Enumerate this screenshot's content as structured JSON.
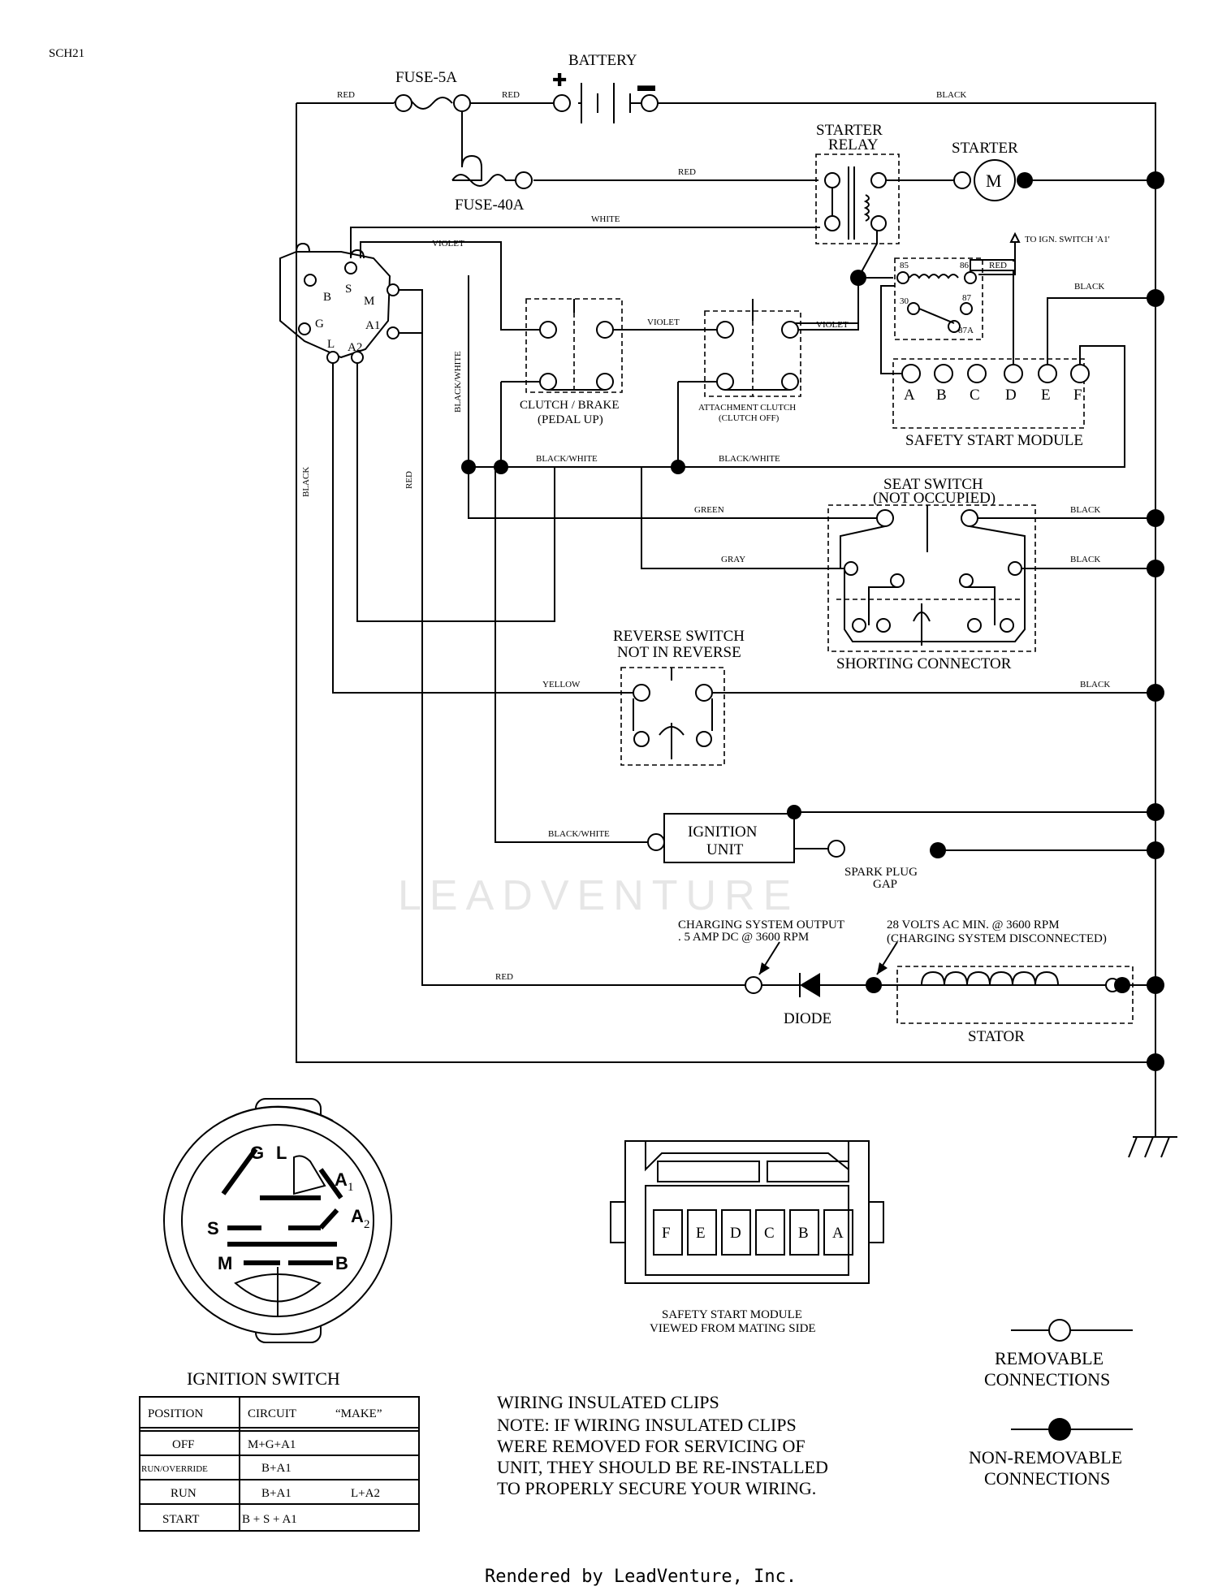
{
  "doc_code": "SCH21",
  "components": {
    "battery": "BATTERY",
    "battery_plus": "✚",
    "battery_minus": "▬",
    "fuse_5a": "FUSE-5A",
    "fuse_40a": "FUSE-40A",
    "starter_relay_1": "STARTER",
    "starter_relay_2": "RELAY",
    "starter": "STARTER",
    "motor_symbol": "M",
    "to_ign_switch": "TO IGN. SWITCH 'A1'",
    "clutch_brake_1": "CLUTCH / BRAKE",
    "clutch_brake_2": "(PEDAL UP)",
    "attachment_clutch_1": "ATTACHMENT CLUTCH",
    "attachment_clutch_2": "(CLUTCH OFF)",
    "safety_start_module": "SAFETY START MODULE",
    "seat_switch_1": "SEAT SWITCH",
    "seat_switch_2": "(NOT OCCUPIED)",
    "shorting_connector": "SHORTING CONNECTOR",
    "reverse_switch_1": "REVERSE SWITCH",
    "reverse_switch_2": "NOT IN REVERSE",
    "ignition_unit_1": "IGNITION",
    "ignition_unit_2": "UNIT",
    "spark_plug_1": "SPARK PLUG",
    "spark_plug_2": "GAP",
    "charging_output_1": "CHARGING SYSTEM OUTPUT",
    "charging_output_2": ". 5 AMP DC @ 3600 RPM",
    "stator_note_1": "28 VOLTS AC MIN. @ 3600 RPM",
    "stator_note_2": "(CHARGING SYSTEM DISCONNECTED)",
    "diode": "DIODE",
    "stator": "STATOR"
  },
  "relay_pins": [
    "85",
    "86",
    "30",
    "87",
    "87A"
  ],
  "module_pins": [
    "A",
    "B",
    "C",
    "D",
    "E",
    "F"
  ],
  "connector_pins": [
    "F",
    "E",
    "D",
    "C",
    "B",
    "A"
  ],
  "switch_terminals": [
    "B",
    "S",
    "M",
    "G",
    "A1",
    "L",
    "A2"
  ],
  "ignition_face": [
    "G",
    "L",
    "A",
    "1",
    "S",
    "A",
    "2",
    "M",
    "B"
  ],
  "wires": {
    "red": "RED",
    "black": "BLACK",
    "white": "WHITE",
    "violet": "VIOLET",
    "black_white": "BLACK/WHITE",
    "green": "GREEN",
    "gray": "GRAY",
    "yellow": "YELLOW"
  },
  "connector_caption_1": "SAFETY START MODULE",
  "connector_caption_2": "VIEWED FROM MATING SIDE",
  "ignition_switch_title": "IGNITION SWITCH",
  "ignition_table": {
    "headers": [
      "POSITION",
      "CIRCUIT",
      "“MAKE”"
    ],
    "rows": [
      {
        "position": "OFF",
        "circuit": "M+G+A1",
        "extra": ""
      },
      {
        "position": "RUN/OVERRIDE",
        "circuit": "B+A1",
        "extra": ""
      },
      {
        "position": "RUN",
        "circuit": "B+A1",
        "extra": "L+A2"
      },
      {
        "position": "START",
        "circuit": "B + S + A1",
        "extra": ""
      }
    ]
  },
  "clips_note": {
    "title": "WIRING INSULATED CLIPS",
    "lines": [
      "NOTE:  IF WIRING INSULATED CLIPS",
      "WERE REMOVED FOR SERVICING OF",
      "UNIT, THEY SHOULD BE RE-INSTALLED",
      "TO PROPERLY SECURE YOUR WIRING."
    ]
  },
  "legend": {
    "removable_1": "REMOVABLE",
    "removable_2": "CONNECTIONS",
    "non_removable_1": "NON-REMOVABLE",
    "non_removable_2": "CONNECTIONS"
  },
  "watermark": "LEADVENTURE",
  "footer": "Rendered by LeadVenture, Inc."
}
